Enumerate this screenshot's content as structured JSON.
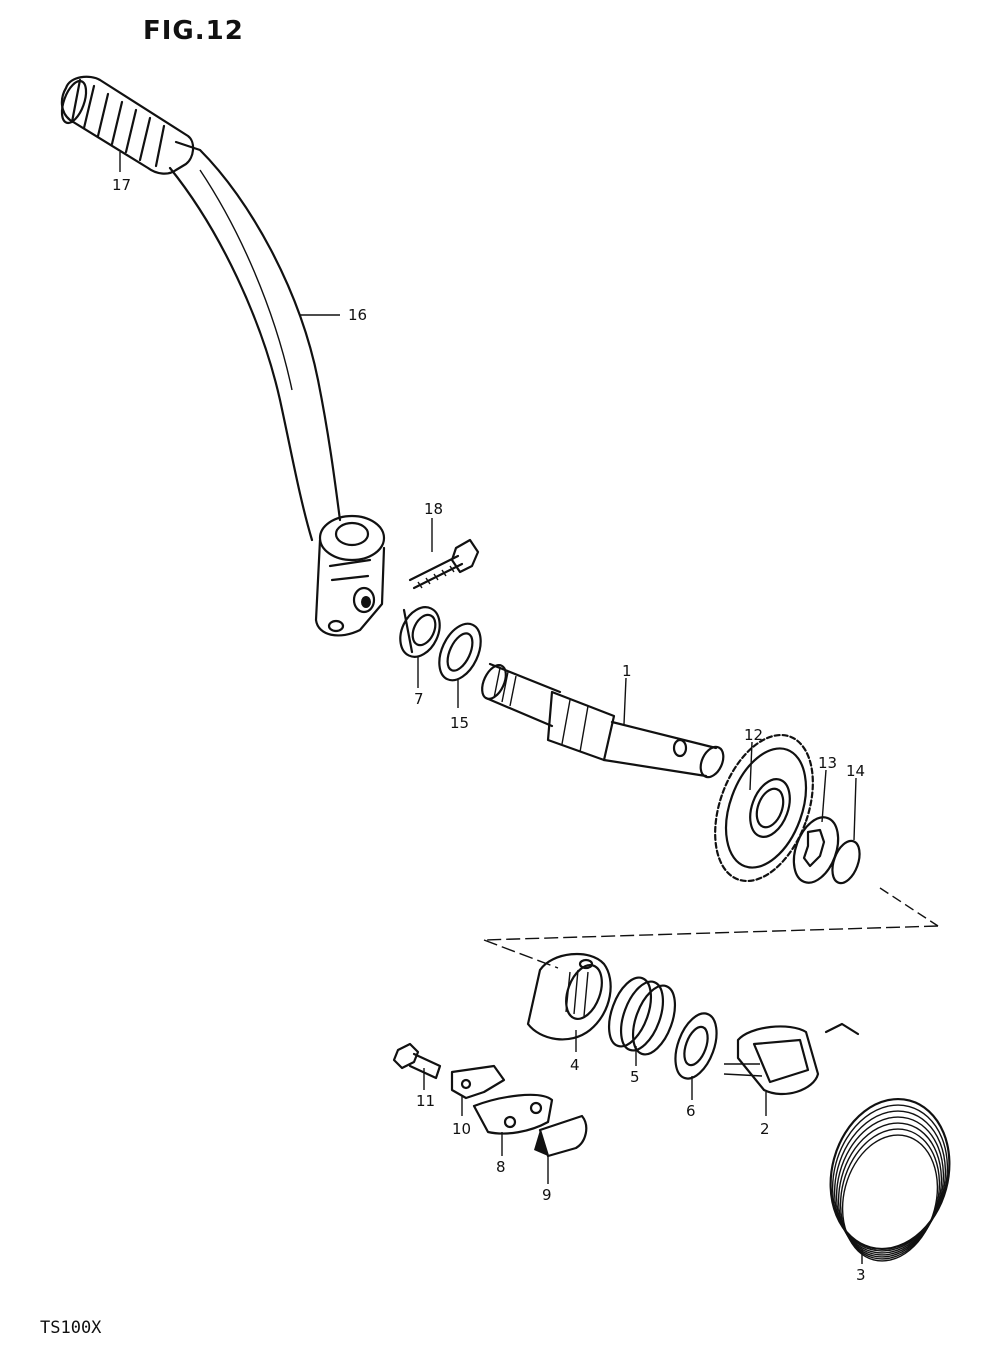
{
  "figure_title": "FIG.12",
  "model_code": "TS100X",
  "part_labels": [
    "1",
    "2",
    "3",
    "4",
    "5",
    "6",
    "7",
    "8",
    "9",
    "10",
    "11",
    "12",
    "13",
    "14",
    "15",
    "16",
    "17",
    "18"
  ]
}
